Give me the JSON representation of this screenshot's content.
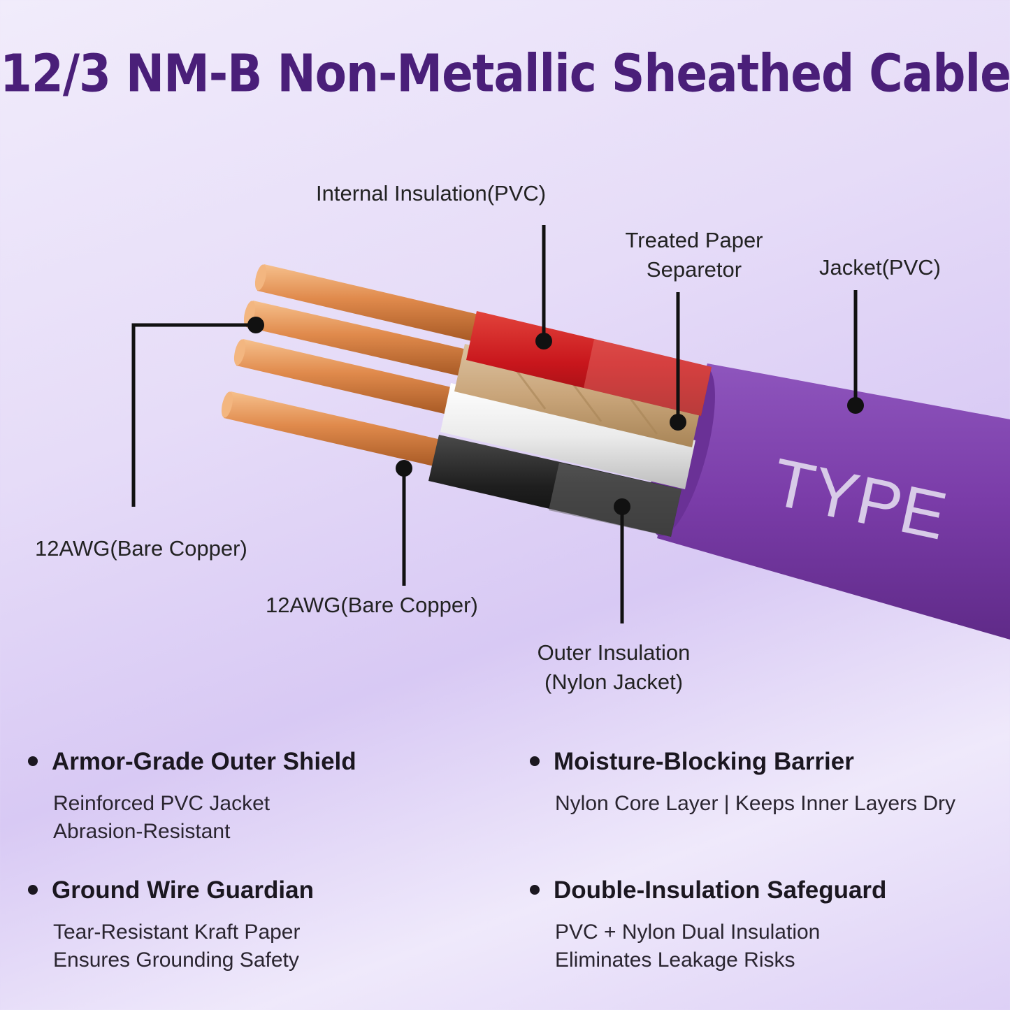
{
  "title": "12/3 NM-B Non-Metallic Sheathed Cable",
  "diagram": {
    "jacket_print": "TYPE",
    "labels": {
      "internal_insulation": "Internal Insulation(PVC)",
      "paper_separator_line1": "Treated Paper",
      "paper_separator_line2": "Separetor",
      "jacket": "Jacket(PVC)",
      "bare_copper_left": "12AWG(Bare Copper)",
      "bare_copper_center": "12AWG(Bare Copper)",
      "outer_insulation_line1": "Outer Insulation",
      "outer_insulation_line2": "(Nylon Jacket)"
    },
    "colors": {
      "jacket": "#7a3ca8",
      "red_conductor": "#c8161c",
      "paper": "#c9a57a",
      "white_conductor": "#ebebeb",
      "black_conductor": "#1f1f1f",
      "copper": "#e08a4c",
      "title": "#4a1f79"
    }
  },
  "features": [
    {
      "heading": "Armor-Grade Outer Shield",
      "lines": [
        "Reinforced PVC Jacket",
        "Abrasion-Resistant"
      ]
    },
    {
      "heading": "Moisture-Blocking Barrier",
      "lines": [
        "Nylon Core Layer | Keeps Inner Layers Dry"
      ]
    },
    {
      "heading": "Ground Wire Guardian",
      "lines": [
        "Tear-Resistant Kraft Paper",
        "Ensures Grounding Safety"
      ]
    },
    {
      "heading": "Double-Insulation Safeguard",
      "lines": [
        "PVC + Nylon Dual Insulation",
        "Eliminates Leakage Risks"
      ]
    }
  ]
}
